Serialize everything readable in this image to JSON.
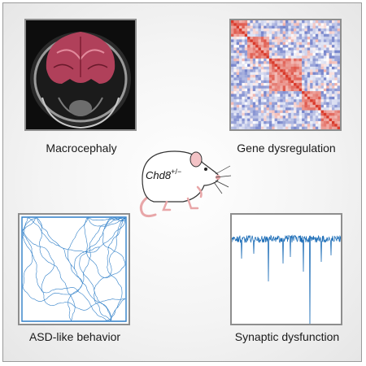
{
  "panels": {
    "brain": {
      "caption": "Macrocephaly"
    },
    "heatmap": {
      "caption": "Gene dysregulation"
    },
    "tracking": {
      "caption": "ASD-like behavior"
    },
    "trace": {
      "caption": "Synaptic dysfunction"
    }
  },
  "center": {
    "gene_label": "Chd8",
    "superscript": "+/−"
  },
  "colors": {
    "brain_highlight": "#c0304a",
    "heatmap_red": "#d93a2b",
    "heatmap_blue": "#3a4fb5",
    "track_blue": "#2f7fc8",
    "trace_blue": "#1f6fb8",
    "mouse_pink": "#e8a6a8"
  }
}
